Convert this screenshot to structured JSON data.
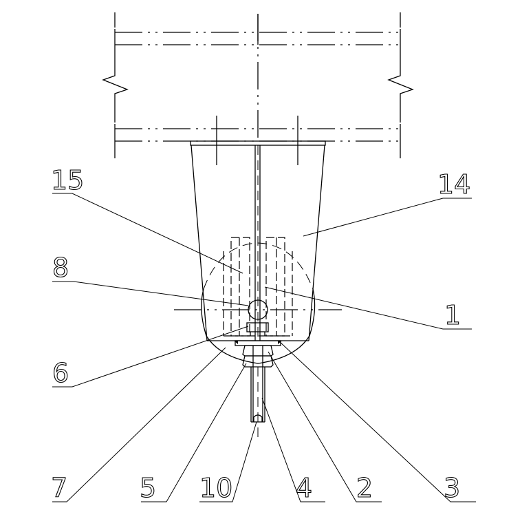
{
  "drawing": {
    "type": "engineering section drawing (mechanical assembly)",
    "background": "#ffffff",
    "line_color": "#000000",
    "components": [
      {
        "id": "beam",
        "description": "I-beam shown with break lines (zig-zags) at both ends, dash-dot center lines"
      },
      {
        "id": "bracket",
        "description": "Tapered U-shaped bracket hanging below beam"
      },
      {
        "id": "wheel_outline",
        "description": "Dashed circular outline around lower section"
      },
      {
        "id": "bolt_assembly",
        "description": "Hex nuts, washer, threaded rod and pin at bottom"
      }
    ]
  },
  "callouts": [
    {
      "id": "15",
      "label": "15"
    },
    {
      "id": "14",
      "label": "14"
    },
    {
      "id": "8",
      "label": "8"
    },
    {
      "id": "1",
      "label": "1"
    },
    {
      "id": "6",
      "label": "6"
    },
    {
      "id": "7",
      "label": "7"
    },
    {
      "id": "5",
      "label": "5"
    },
    {
      "id": "10",
      "label": "10"
    },
    {
      "id": "4",
      "label": "4"
    },
    {
      "id": "2",
      "label": "2"
    },
    {
      "id": "3",
      "label": "3"
    }
  ]
}
